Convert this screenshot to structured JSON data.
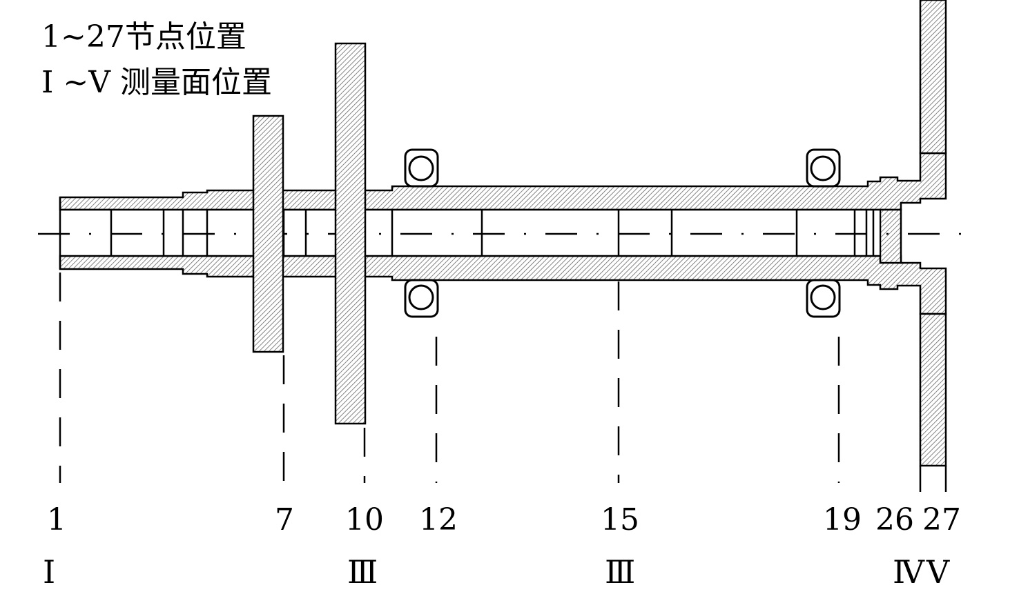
{
  "legend": {
    "line1": "1~27节点位置",
    "line2": "I ~V 测量面位置"
  },
  "node_labels": [
    "1",
    "7",
    "10",
    "12",
    "15",
    "19",
    "26",
    "27"
  ],
  "plane_labels": [
    "I",
    "Ⅲ",
    "Ⅲ",
    "Ⅳ",
    "V"
  ],
  "colors": {
    "line": "#000000",
    "hatch": "#555555",
    "background": "#ffffff"
  }
}
